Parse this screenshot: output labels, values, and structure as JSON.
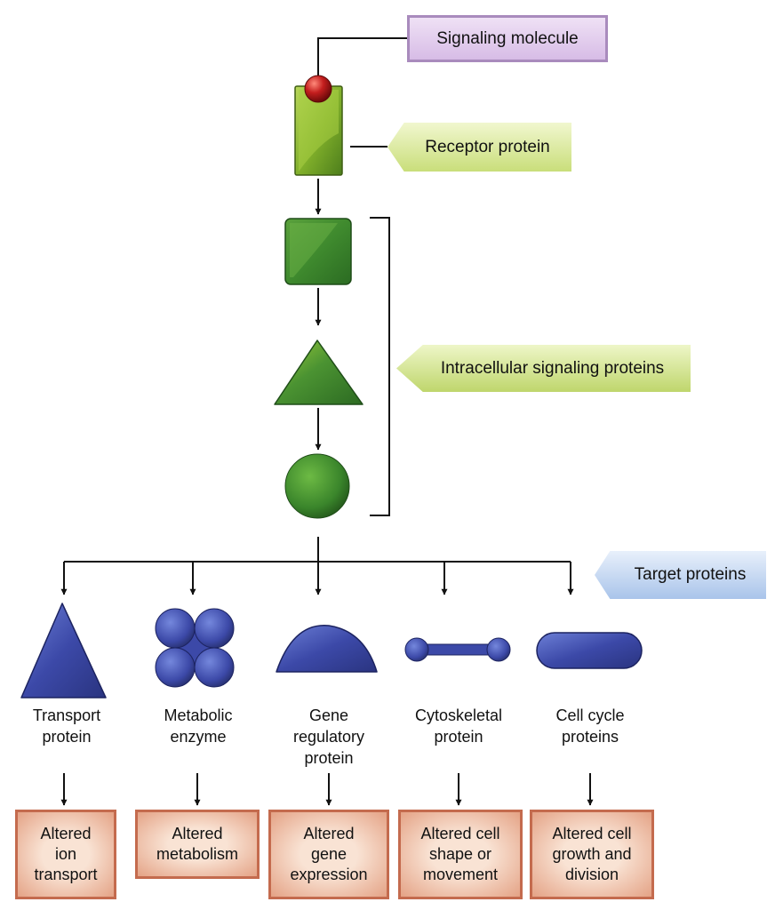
{
  "labels": {
    "signaling_molecule": "Signaling molecule",
    "receptor_protein": "Receptor protein",
    "intracellular_signaling_proteins": "Intracellular signaling proteins",
    "target_proteins": "Target proteins"
  },
  "targets": [
    {
      "name_lines": [
        "Transport",
        "protein"
      ],
      "outcome_lines": [
        "Altered",
        "ion",
        "transport"
      ]
    },
    {
      "name_lines": [
        "Metabolic",
        "enzyme"
      ],
      "outcome_lines": [
        "Altered",
        "metabolism"
      ]
    },
    {
      "name_lines": [
        "Gene",
        "regulatory",
        "protein"
      ],
      "outcome_lines": [
        "Altered",
        "gene",
        "expression"
      ]
    },
    {
      "name_lines": [
        "Cytoskeletal",
        "protein"
      ],
      "outcome_lines": [
        "Altered cell",
        "shape or",
        "movement"
      ]
    },
    {
      "name_lines": [
        "Cell cycle",
        "proteins"
      ],
      "outcome_lines": [
        "Altered cell",
        "growth and",
        "division"
      ]
    }
  ],
  "colors": {
    "signal_molecule": "#b01515",
    "receptor": "#7fae2a",
    "intracellular": "#3f8a2e",
    "target_protein": "#3c49a8",
    "outcome_border": "#c46b4e"
  }
}
